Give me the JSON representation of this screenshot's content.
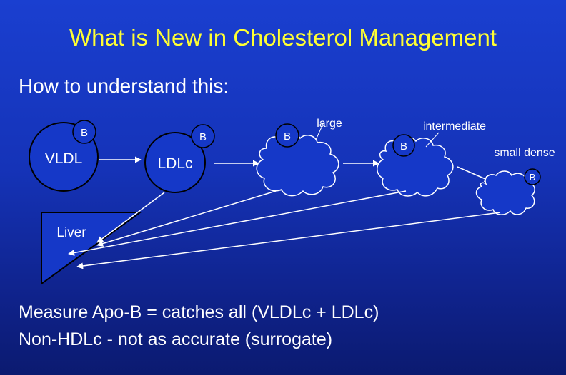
{
  "title": "What is New in Cholesterol Management",
  "subtitle": "How to understand this:",
  "diagram": {
    "vldl": {
      "label": "VLDL",
      "apo": "B"
    },
    "ldlc": {
      "label": "LDLc",
      "apo": "B"
    },
    "large": {
      "label": "large",
      "apo": "B"
    },
    "intermediate": {
      "label": "intermediate",
      "apo": "B"
    },
    "small_dense": {
      "label": "small dense",
      "apo": "B"
    },
    "liver": {
      "label": "Liver"
    }
  },
  "bullets": [
    "Measure Apo-B = catches all (VLDLc + LDLc)",
    "Non-HDLc - not as accurate (surrogate)"
  ],
  "colors": {
    "background_top": "#1a3fd0",
    "background_bottom": "#0b1a70",
    "title": "#ffff33",
    "text": "#ffffff",
    "shape_stroke": "#000000"
  }
}
